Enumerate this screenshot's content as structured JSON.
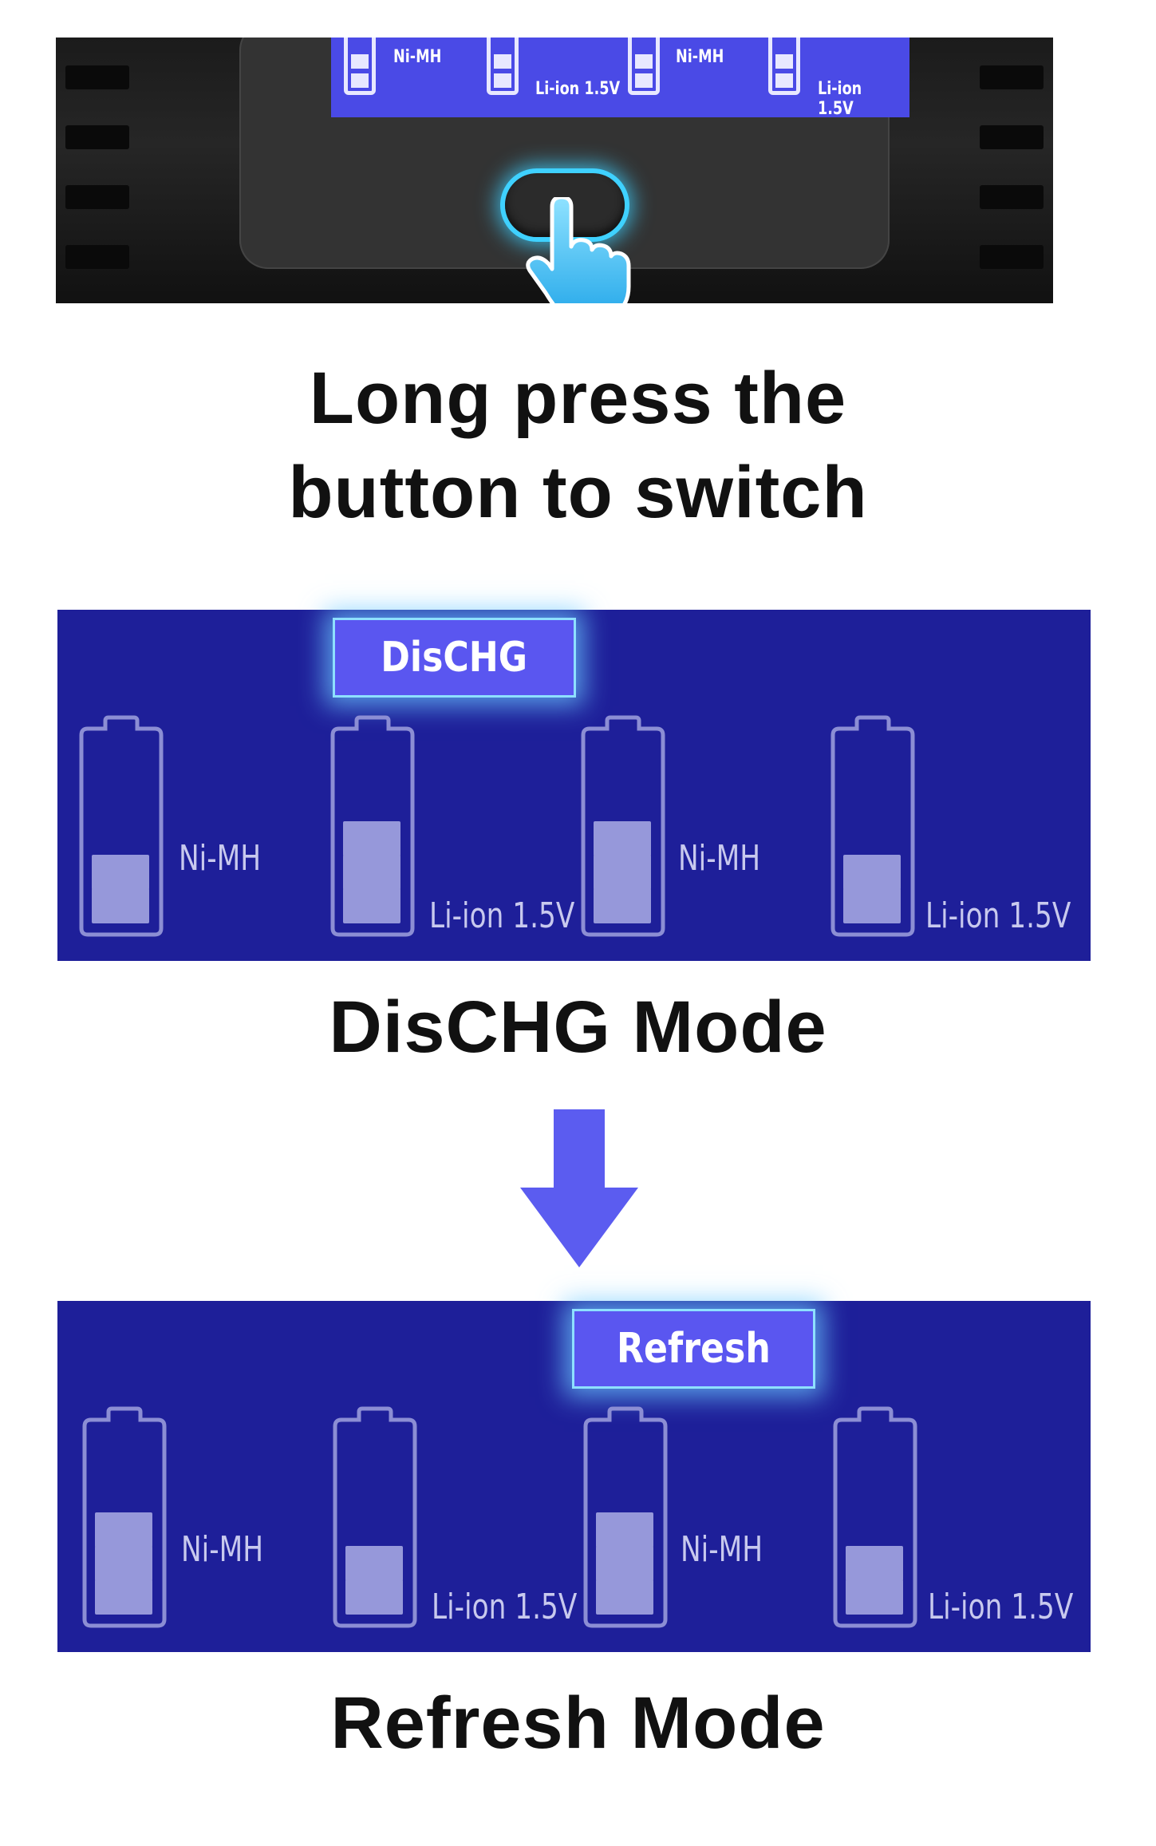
{
  "device": {
    "mini_display_labels": [
      "Ni-MH",
      "Li-ion 1.5V",
      "Ni-MH",
      "Li-ion 1.5V"
    ]
  },
  "instruction": {
    "line1": "Long press the",
    "line2": "button to switch"
  },
  "dischg_panel": {
    "mode_tag": "DisCHG",
    "slots": [
      {
        "type": "Ni-MH",
        "level_bars": 2
      },
      {
        "type": "Li-ion 1.5V",
        "level_bars": 3
      },
      {
        "type": "Ni-MH",
        "level_bars": 3
      },
      {
        "type": "Li-ion 1.5V",
        "level_bars": 2
      }
    ],
    "caption": "DisCHG Mode"
  },
  "refresh_panel": {
    "mode_tag": "Refresh",
    "slots": [
      {
        "type": "Ni-MH",
        "level_bars": 3
      },
      {
        "type": "Li-ion 1.5V",
        "level_bars": 2
      },
      {
        "type": "Ni-MH",
        "level_bars": 3
      },
      {
        "type": "Li-ion 1.5V",
        "level_bars": 2
      }
    ],
    "caption": "Refresh Mode"
  },
  "colors": {
    "lcd_background": "#1e1f99",
    "mode_tag": "#5a56f0",
    "arrow": "#5b5cf0",
    "button_glow": "#3fd1ff"
  },
  "icons": [
    "hand-pointer-icon",
    "arrow-down-icon",
    "battery-icon"
  ]
}
